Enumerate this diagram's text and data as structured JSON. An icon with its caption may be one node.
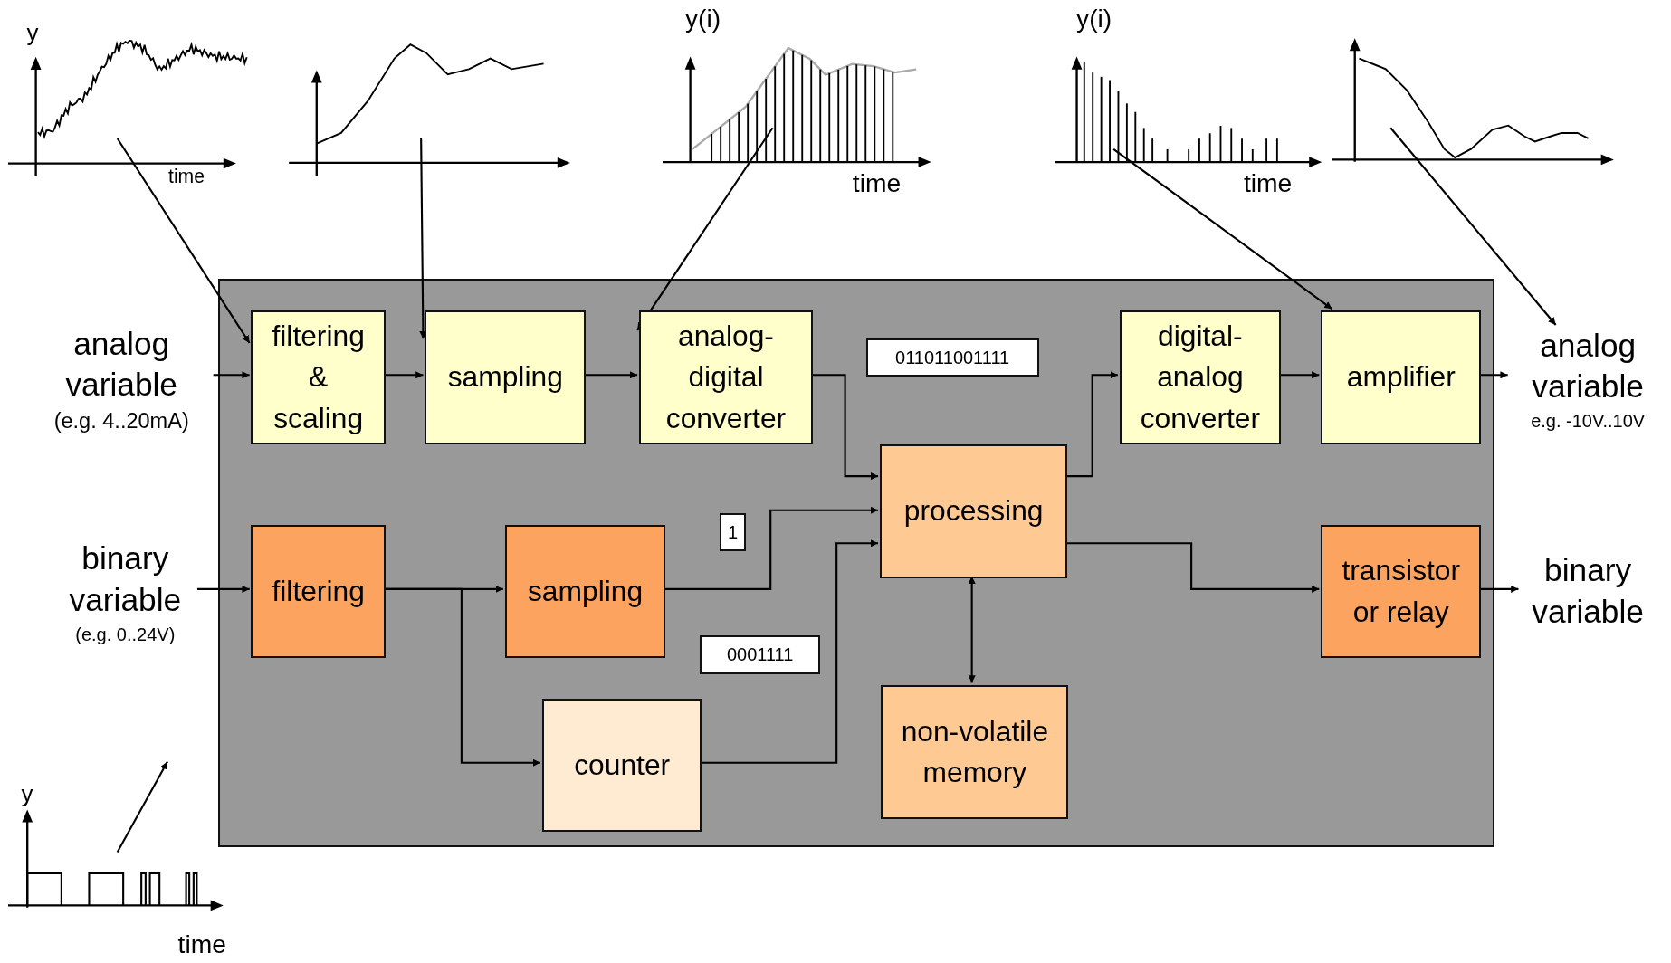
{
  "diagram": {
    "nodes": [
      {
        "text": [],
        "shape": "box"
      },
      {
        "text": [
          "filtering & scaling"
        ],
        "in": 0
      },
      {
        "text": [
          "sampling"
        ],
        "in": 0
      },
      {
        "text": [
          "analog-digital converter"
        ],
        "in": 0
      },
      {
        "text": [
          "011011001111"
        ],
        "in": 0
      },
      {
        "text": [
          "digital-analog converter"
        ],
        "in": 0
      },
      {
        "text": [
          "amplifier"
        ],
        "in": 0
      },
      {
        "text": [
          "processing"
        ],
        "in": 0
      },
      {
        "text": [
          "filtering"
        ],
        "in": 0
      },
      {
        "text": [
          "1"
        ],
        "in": 0
      },
      {
        "text": [
          "sampling"
        ],
        "in": 0
      },
      {
        "text": [
          "transistor or relay"
        ],
        "in": 0
      },
      {
        "text": [
          "0001111"
        ],
        "in": 0
      },
      {
        "text": [
          "counter"
        ],
        "in": 0
      },
      {
        "text": [
          "non-volatile memory"
        ],
        "in": 0
      },
      {
        "text": [
          "analog variable",
          "(e.g. 4..20mA)"
        ]
      },
      {
        "text": [
          "analog variable",
          "e.g. -10V..10V"
        ]
      },
      {
        "text": [
          "binary variable",
          "(e.g. 0..24V)"
        ]
      },
      {
        "text": [
          "binary variable"
        ]
      },
      {
        "text": [
          "y",
          "time"
        ]
      },
      {
        "text": [],
        "shape": "picture"
      },
      {
        "text": [
          "y(i)",
          "time"
        ]
      },
      {
        "text": [
          "y(i)",
          "time"
        ]
      },
      {
        "text": [],
        "shape": "picture"
      },
      {
        "text": [
          "y",
          "time"
        ]
      }
    ],
    "edges": [
      {
        "from": 15,
        "to": 1,
        "arrow": "to"
      },
      {
        "from": 1,
        "to": 2,
        "arrow": "to"
      },
      {
        "from": 2,
        "to": 3,
        "arrow": "to"
      },
      {
        "from": 3,
        "to": 7,
        "arrow": "to"
      },
      {
        "from": 7,
        "to": 5,
        "arrow": "to"
      },
      {
        "from": 5,
        "to": 6,
        "arrow": "to"
      },
      {
        "from": 6,
        "to": 16,
        "arrow": "to"
      },
      {
        "from": 17,
        "to": 8,
        "arrow": "to"
      },
      {
        "from": 8,
        "to": 10,
        "arrow": "to"
      },
      {
        "from": 8,
        "to": 13,
        "arrow": "to"
      },
      {
        "from": 10,
        "to": 7,
        "arrow": "to"
      },
      {
        "from": 13,
        "to": 7,
        "arrow": "to"
      },
      {
        "from": 7,
        "to": 11,
        "arrow": "to"
      },
      {
        "from": 11,
        "to": 18,
        "arrow": "to"
      },
      {
        "from": 7,
        "to": 14,
        "arrow": "both"
      },
      {
        "from": 19,
        "to": 1,
        "arrow": "to"
      },
      {
        "from": 20,
        "to": 2,
        "arrow": "to"
      },
      {
        "from": 21,
        "to": 3,
        "arrow": "to"
      },
      {
        "from": 22,
        "to": 6,
        "arrow": "to"
      },
      {
        "from": 23,
        "to": 16,
        "arrow": "to"
      },
      {
        "from": 24,
        "to": null,
        "arrow": "to"
      }
    ]
  }
}
